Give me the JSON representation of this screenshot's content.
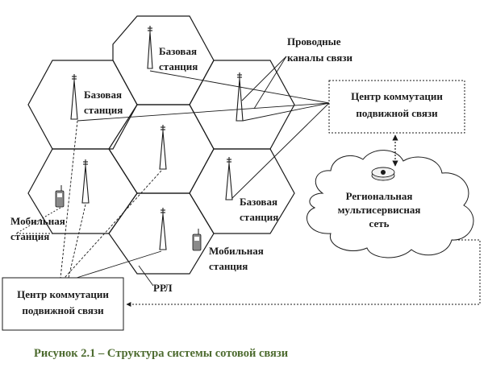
{
  "labels": {
    "base_station_top": [
      "Базовая",
      "станция"
    ],
    "base_station_left": [
      "Базовая",
      "станция"
    ],
    "base_station_right": [
      "Базовая",
      "станция"
    ],
    "wired_channels": [
      "Проводные",
      "каналы связи"
    ],
    "switch_center_right": [
      "Центр коммутации",
      "подвижной связи"
    ],
    "switch_center_left": [
      "Центр коммутации",
      "подвижной связи"
    ],
    "regional_network": [
      "Региональная",
      "мультисервисная",
      "сеть"
    ],
    "mobile_station_left": [
      "Мобильная",
      "станция"
    ],
    "mobile_station_bottom": [
      "Мобильная",
      "станция"
    ],
    "rrl": "РРЛ"
  },
  "caption": "Рисунок 2.1 – Структура системы сотовой связи",
  "colors": {
    "caption": "#4d6b2f",
    "line": "#1a1a1a",
    "phone": "#8a8a8a"
  }
}
